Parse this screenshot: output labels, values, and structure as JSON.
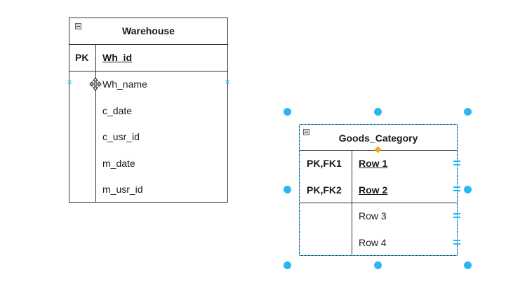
{
  "warehouse": {
    "title": "Warehouse",
    "pk_label": "PK",
    "pk_field": "Wh_id",
    "fields": [
      "Wh_name",
      "c_date",
      "c_usr_id",
      "m_date",
      "m_usr_id"
    ]
  },
  "goods_category": {
    "title": "Goods_Category",
    "key_rows": [
      {
        "key": "PK,FK1",
        "name": "Row 1"
      },
      {
        "key": "PK,FK2",
        "name": "Row 2"
      }
    ],
    "rows": [
      "Row 3",
      "Row 4"
    ]
  },
  "colors": {
    "selection": "#29b6f2",
    "rotate_handle": "#f5a623",
    "border": "#333333"
  }
}
